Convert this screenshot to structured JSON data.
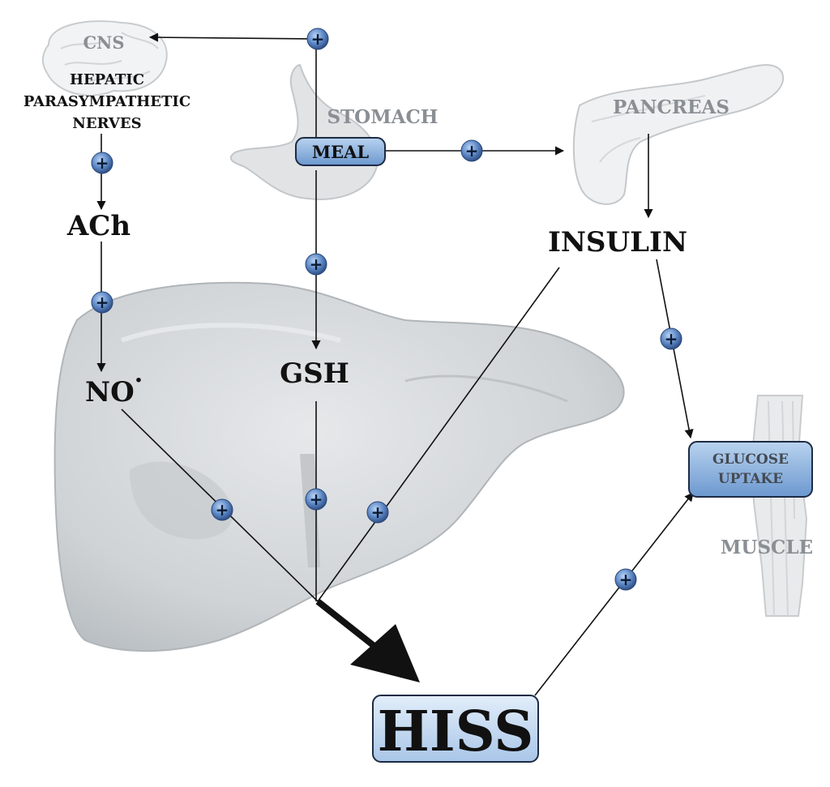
{
  "labels": {
    "cns": "CNS",
    "hepatic_1": "HEPATIC",
    "hepatic_2": "PARASYMPATHETIC",
    "hepatic_3": "NERVES",
    "stomach": "STOMACH",
    "meal": "MEAL",
    "pancreas": "PANCREAS",
    "ach": "ACh",
    "insulin": "INSULIN",
    "no": "NO",
    "no_dot": "·",
    "gsh": "GSH",
    "glucose_1": "GLUCOSE",
    "glucose_2": "UPTAKE",
    "muscle": "MUSCLE",
    "hiss": "HISS"
  },
  "plus_symbol": "+",
  "colors": {
    "organ_fill": "#d9dcdf",
    "box_fill": "#8fb4dc",
    "hiss_box": "#c5dbf2",
    "plus_fill": "#5b86c4",
    "arrow": "#111111"
  }
}
